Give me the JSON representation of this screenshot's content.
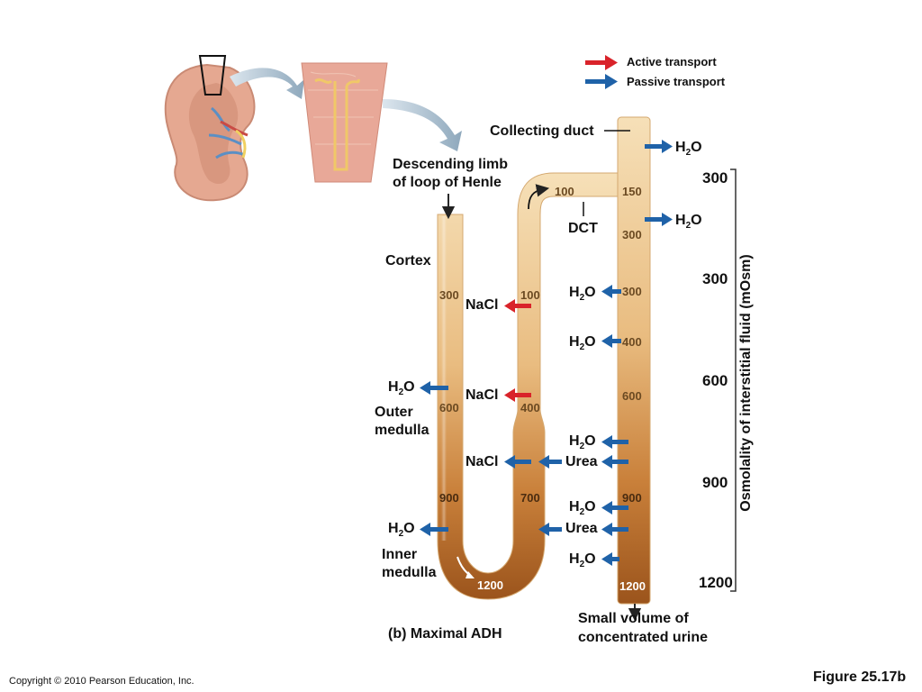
{
  "legend": {
    "active": "Active transport",
    "passive": "Passive transport",
    "active_color": "#d9232a",
    "passive_color": "#1f62a8"
  },
  "labels": {
    "collecting_duct": "Collecting duct",
    "descending_limb_1": "Descending limb",
    "descending_limb_2": "of loop of Henle",
    "dct": "DCT",
    "cortex": "Cortex",
    "outer_medulla_1": "Outer",
    "outer_medulla_2": "medulla",
    "inner_medulla_1": "Inner",
    "inner_medulla_2": "medulla",
    "urine_1": "Small volume of",
    "urine_2": "concentrated urine",
    "panel": "(b) Maximal ADH",
    "axis": "Osmolality of interstitial fluid (mOsm)",
    "copyright": "Copyright © 2010 Pearson Education, Inc.",
    "figure": "Figure 25.17b"
  },
  "molecules": {
    "h2o_main": "H",
    "h2o_sub": "2",
    "h2o_end": "O",
    "nacl": "NaCl",
    "urea": "Urea"
  },
  "tubule_values": {
    "desc_300": "300",
    "desc_600": "600",
    "desc_900": "900",
    "bottom_1200": "1200",
    "asc_100": "100",
    "asc_400": "400",
    "asc_700": "700",
    "dct_100": "100",
    "cd_150": "150",
    "cd_300a": "300",
    "cd_300b": "300",
    "cd_400": "400",
    "cd_600": "600",
    "cd_900": "900",
    "cd_1200": "1200"
  },
  "scale": [
    "300",
    "300",
    "600",
    "900",
    "1200"
  ]
}
